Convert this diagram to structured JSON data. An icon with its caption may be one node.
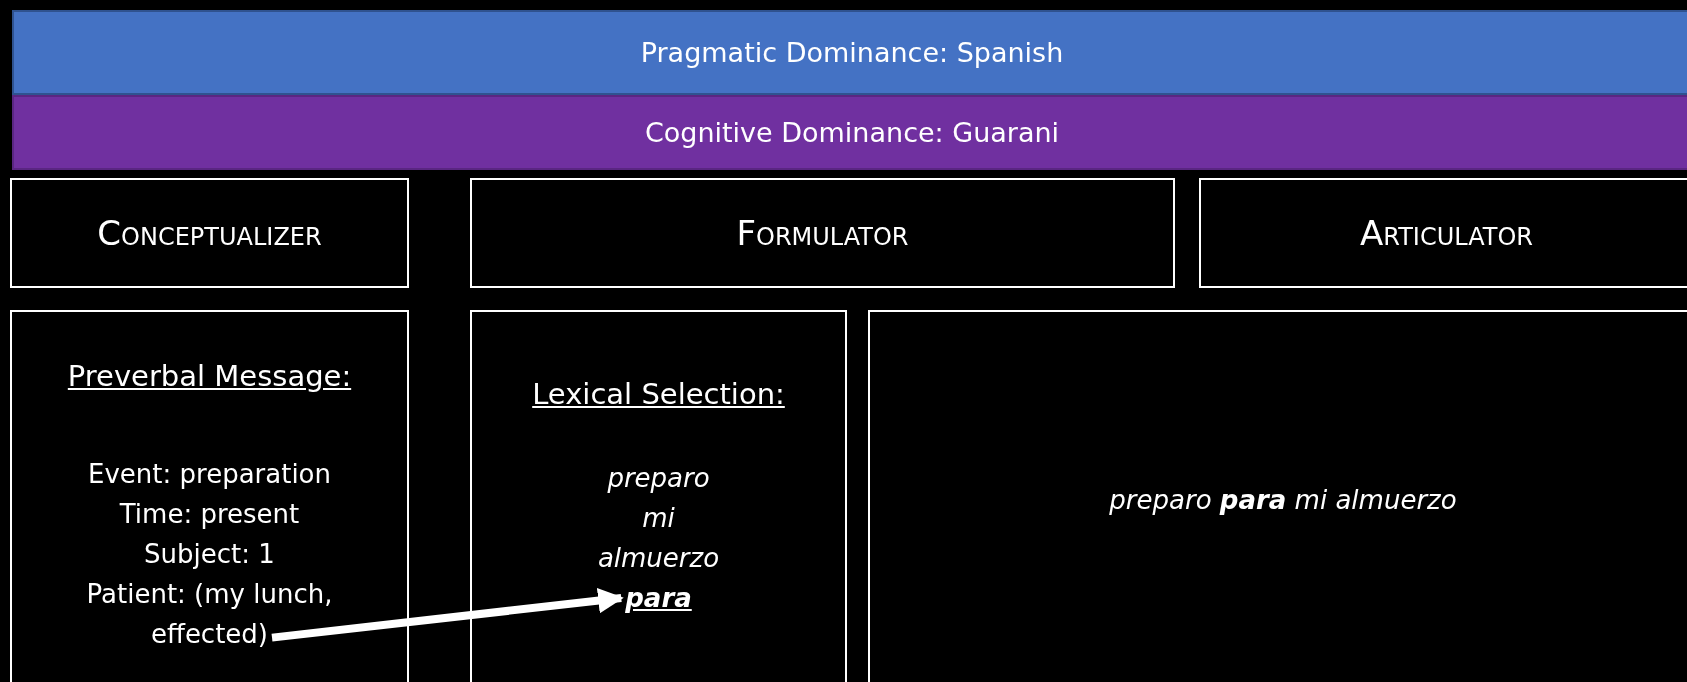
{
  "diagram": {
    "nodes": [
      {
        "text": [
          "Pragmatic Dominance: Spanish"
        ]
      },
      {
        "text": [
          "Cognitive Dominance: Guarani"
        ]
      },
      {
        "text": [
          "Conceptualizer"
        ]
      },
      {
        "text": [
          "Formulator"
        ]
      },
      {
        "text": [
          "Articulator"
        ]
      },
      {
        "text": [
          "Preverbal Message:",
          "Event: preparation",
          "Time: present",
          "Subject: 1",
          "Patient: (my lunch, effected)"
        ]
      },
      {
        "text": [
          "Lexical Selection:",
          "preparo",
          "mi",
          "almuerzo"
        ]
      },
      {
        "text": [
          "para"
        ],
        "in": 6
      },
      {
        "text": [
          "preparo **para** mi almuerzo"
        ]
      }
    ],
    "edges": [
      {
        "from": 5,
        "to": 7,
        "arrow": "to"
      }
    ]
  }
}
